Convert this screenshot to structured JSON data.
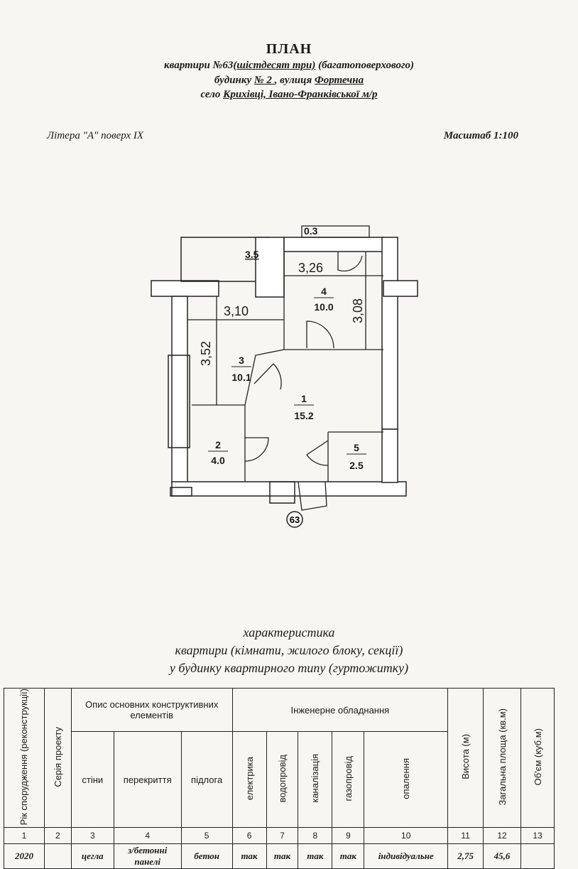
{
  "header": {
    "title": "ПЛАН",
    "line1_prefix": "квартири №63",
    "line1_underlined": "(шістдесят три)",
    "line1_suffix": " (багатоповерхового)",
    "line2_prefix": "будинку ",
    "line2_underlined": "№ 2 ",
    "line2_mid": ", вулиця ",
    "line2_street": "Фортечна",
    "line3_prefix": "село ",
    "line3_underlined": "Крихівці, Івано-Франківської м/р"
  },
  "subheader": {
    "litera": "Літера \"А\" поверх  IX",
    "scale": "Масштаб 1:100"
  },
  "plan": {
    "dims": {
      "d03": "0.3",
      "d35": "3.5",
      "d326": "3,26",
      "d310": "3,10",
      "d308": "3,08",
      "d352": "3,52"
    },
    "rooms": [
      {
        "num": "1",
        "area": "15.2"
      },
      {
        "num": "2",
        "area": "4.0"
      },
      {
        "num": "3",
        "area": "10.1"
      },
      {
        "num": "4",
        "area": "10.0"
      },
      {
        "num": "5",
        "area": "2.5"
      }
    ],
    "apartment_number": "63"
  },
  "caption": {
    "line1": "характеристика",
    "line2": "квартири (кімнати, жилого блоку, секції)",
    "line3": "у будинку квартирного типу (гуртожитку)"
  },
  "table": {
    "headers": {
      "year": "Рік спорудження (реконструкції)",
      "series": "Серія проекту",
      "structural": "Опис основних конструктивних елементів",
      "walls": "стіни",
      "floors_slab": "перекриття",
      "floor": "підлога",
      "engineering": "Інженерне обладнання",
      "electric": "електрика",
      "water": "водопровід",
      "sewer": "каналізація",
      "gas": "газопровід",
      "heating": "опалення",
      "height": "Висота (м)",
      "total_area": "Загальна площа (кв.м)",
      "volume": "Об'єм (куб.м)"
    },
    "numbers": [
      "1",
      "2",
      "3",
      "4",
      "5",
      "6",
      "7",
      "8",
      "9",
      "10",
      "11",
      "12",
      "13"
    ],
    "values": {
      "year": "2020",
      "series": "",
      "walls": "цегла",
      "floors_slab": "з/бетонні панелі",
      "floor": "бетон",
      "electric": "так",
      "water": "так",
      "sewer": "так",
      "gas": "так",
      "heating": "індивідуальне",
      "height": "2,75",
      "total_area": "45,6",
      "volume": ""
    }
  }
}
